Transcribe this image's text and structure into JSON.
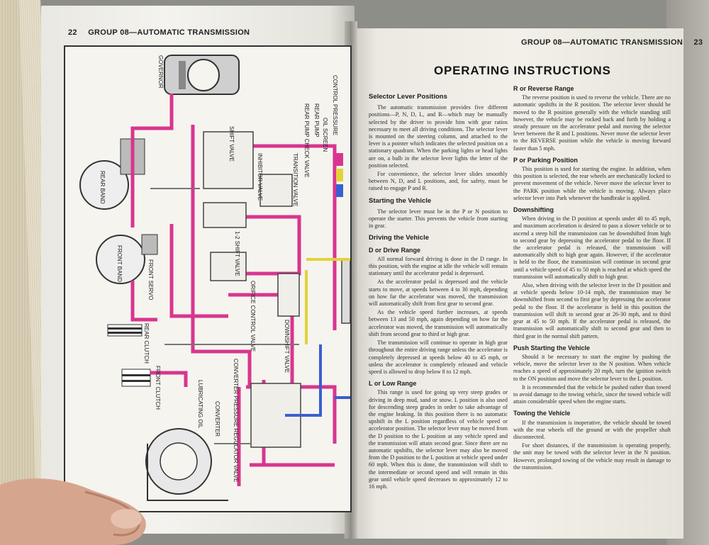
{
  "left_page": {
    "page_number": "22",
    "header": "GROUP 08—AUTOMATIC TRANSMISSION",
    "diagram_labels": {
      "governor": "GOVERNOR",
      "rear_band": "REAR BAND",
      "front_band": "FRONT BAND",
      "front_servo": "FRONT SERVO",
      "rear_clutch": "REAR CLUTCH",
      "front_clutch": "FRONT CLUTCH",
      "lubricating_oil": "LUBRICATING OIL",
      "converter": "CONVERTER",
      "converter_pressure": "CONVERTER PRESSURE REGULATOR VALVE",
      "orifice_control": "ORIFICE CONTROL VALVE",
      "rear_pump_check": "REAR PUMP CHECK VALVE",
      "rear_pump": "REAR PUMP",
      "shift_valve": "SHIFT VALVE",
      "inhibitor_valve": "INHIBITOR VALVE",
      "transition_valve": "TRANSITION VALVE",
      "shift_1_2": "1-2 SHIFT VALVE",
      "downshift": "DOWNSHIFT VALVE",
      "legend": "CONTROL PRESSURE",
      "oil_screen": "OIL SCREEN"
    }
  },
  "right_page": {
    "page_number": "23",
    "header": "GROUP 08—AUTOMATIC TRANSMISSION",
    "title": "OPERATING INSTRUCTIONS",
    "col_left": {
      "selector_heading": "Selector Lever Positions",
      "selector_p1": "The automatic transmission provides five different positions—P, N, D, L, and R—which may be manually selected by the driver to provide him with gear ratios necessary to meet all driving conditions. The selector lever is mounted on the steering column, and attached to the lever is a pointer which indicates the selected position on a stationary quadrant. When the parking lights or head lights are on, a bulb in the selector lever lights the letter of the position selected.",
      "selector_p2": "For convenience, the selector lever slides smoothly between N, D, and L positions, and, for safety, must be raised to engage P and R.",
      "starting_heading": "Starting the Vehicle",
      "starting_p1": "The selector lever must be in the P or N position to operate the starter. This prevents the vehicle from starting in gear.",
      "driving_heading": "Driving the Vehicle",
      "drive_heading": "D or Drive Range",
      "drive_p1": "All normal forward driving is done in the D range. In this position, with the engine at idle the vehicle will remain stationary until the accelerator pedal is depressed.",
      "drive_p2": "As the accelerator pedal is depressed and the vehicle starts to move, at speeds between 4 to 30 mph, depending on how far the accelerator was moved, the transmission will automatically shift from first gear to second gear.",
      "drive_p3": "As the vehicle speed further increases, at speeds between 13 and 50 mph, again depending on how far the accelerator was moved, the transmission will automatically shift from second gear to third or high gear.",
      "drive_p4": "The transmission will continue to operate in high gear throughout the entire driving range unless the accelerator is completely depressed at speeds below 40 to 45 mph, or unless the accelerator is completely released and vehicle speed is allowed to drop below 8 to 12 mph.",
      "low_heading": "L or Low Range",
      "low_p1": "This range is used for going up very steep grades or driving in deep mud, sand or snow. L position is also used for descending steep grades in order to take advantage of the engine braking. In this position there is no automatic upshift in the L position regardless of vehicle speed or accelerator position. The selector lever may be moved from the D position to the L position at any vehicle speed and the transmission will attain second gear. Since there are no automatic upshifts, the selector lever may also be moved from the D position to the L position at vehicle speed under 60 mph. When this is done, the transmission will shift to the intermediate or second speed and will remain in this gear until vehicle speed decreases to approximately 12 to 16 mph."
    },
    "col_right": {
      "reverse_heading": "R or Reverse Range",
      "reverse_p1": "The reverse position is used to reverse the vehicle. There are no automatic upshifts in the R position. The selector lever should be moved to the R position generally with the vehicle standing still however, the vehicle may be rocked back and forth by holding a steady pressure on the accelerator pedal and moving the selector lever between the R and L positions. Never move the selector lever to the REVERSE position while the vehicle is moving forward faster than 5 mph.",
      "parking_heading": "P or Parking Position",
      "parking_p1": "This position is used for starting the engine. In addition, when this position is selected, the rear wheels are mechanically locked to prevent movement of the vehicle. Never move the selector lever to the PARK position while the vehicle is moving. Always place selector lever into Park whenever the handbrake is applied.",
      "downshift_heading": "Downshifting",
      "downshift_p1": "When driving in the D position at speeds under 40 to 45 mph, and maximum acceleration is desired to pass a slower vehicle or to ascend a steep hill the transmission can be downshifted from high to second gear by depressing the accelerator pedal to the floor. If the accelerator pedal is released, the transmission will automatically shift to high gear again. However, if the accelerator is held to the floor, the transmission will continue in second gear until a vehicle speed of 45 to 50 mph is reached at which speed the transmission will automatically shift to high gear.",
      "downshift_p2": "Also, when driving with the selector lever in the D position and at vehicle speeds below 10-14 mph, the transmission may be downshifted from second to first gear by depressing the accelerator pedal to the floor. If the accelerator is held in this position the transmission will shift to second gear at 26-30 mph, and to third gear at 45 to 50 mph. If the accelerator pedal is released, the transmission will automatically shift to second gear and then to third gear in the normal shift pattern.",
      "push_heading": "Push Starting the Vehicle",
      "push_p1": "Should it be necessary to start the engine by pushing the vehicle, move the selector lever to the N position. When vehicle reaches a speed of approximately 20 mph, turn the ignition switch to the ON position and move the selector lever to the L position.",
      "push_p2": "It is recommended that the vehicle be pushed rather than towed to avoid damage to the towing vehicle, since the towed vehicle will attain considerable speed when the engine starts.",
      "towing_heading": "Towing the Vehicle",
      "towing_p1": "If the transmission is inoperative, the vehicle should be towed with the rear wheels off the ground or with the propeller shaft disconnected.",
      "towing_p2": "For short distances, if the transmission is operating properly, the unit may be towed with the selector lever in the N position. However, prolonged towing of the vehicle may result in damage to the transmission."
    }
  },
  "colors": {
    "magenta": "#d9358f",
    "yellow": "#e4d23a",
    "blue": "#3a5fd0",
    "paper": "#f2f0e8"
  }
}
